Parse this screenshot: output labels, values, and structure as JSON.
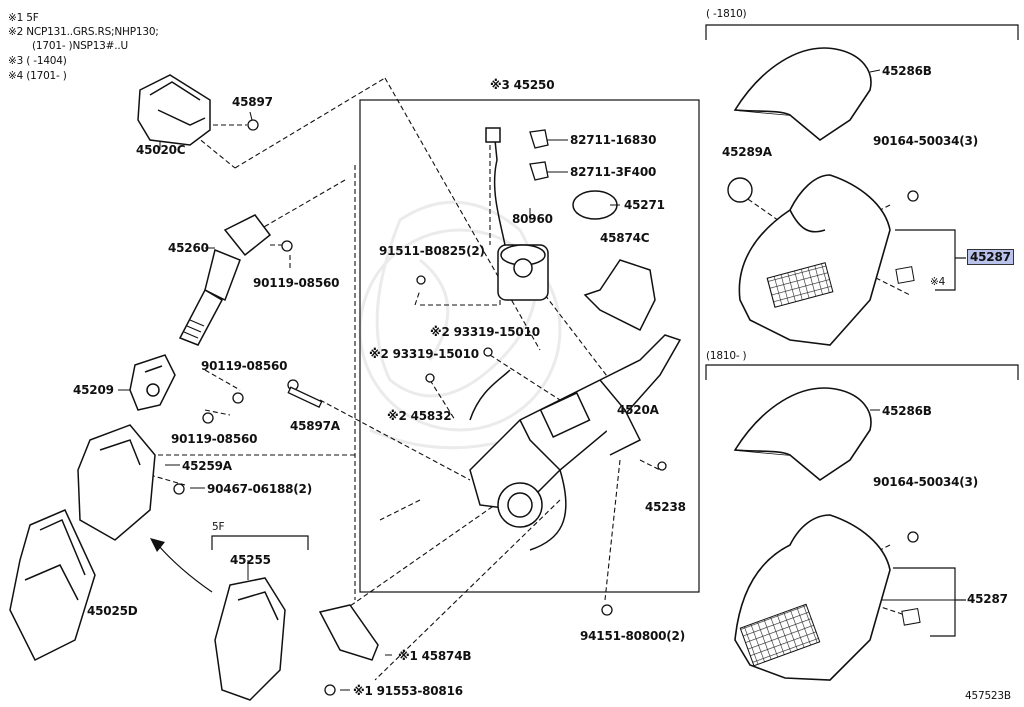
{
  "notes": {
    "n1": "※1 5F",
    "n2a": "※2 NCP131..GRS.RS;NHP130;",
    "n2b": "(1701-      )NSP13#..U",
    "n3": "※3 (      -1404)",
    "n4": "※4 (1701-      )"
  },
  "ranges": {
    "upper": "(      -1810)",
    "lower": "(1810-      )",
    "fivef": "5F"
  },
  "parts": {
    "p45020C": "45020C",
    "p45897": "45897",
    "p45260": "45260",
    "p90119_a": "90119-08560",
    "p45209": "45209",
    "p90119_b": "90119-08560",
    "p90119_c": "90119-08560",
    "p45897A": "45897A",
    "p45259A": "45259A",
    "p90467": "90467-06188(2)",
    "p45025D": "45025D",
    "p45255": "45255",
    "p45250": "※3 45250",
    "p82711_a": "82711-16830",
    "p82711_b": "82711-3F400",
    "p45271": "45271",
    "p80960": "80960",
    "p91511": "91511-B0825(2)",
    "p45874C": "45874C",
    "p93319_a": "※2 93319-15010",
    "p93319_b": "※2 93319-15010",
    "p45832": "※2 45832",
    "p4520A": "4520A",
    "p45238": "45238",
    "p94151": "94151-80800(2)",
    "p45874B": "※1 45874B",
    "p91553": "※1 91553-80816",
    "p45286B_a": "45286B",
    "p90164_a": "90164-50034(3)",
    "p45289A": "45289A",
    "p45287_a": "45287",
    "p4note": "※4",
    "p45286B_b": "45286B",
    "p90164_b": "90164-50034(3)",
    "p45287_b": "45287"
  },
  "figure_id": "457523B",
  "colors": {
    "highlight": "#b9c2ea",
    "ink": "#111111"
  }
}
